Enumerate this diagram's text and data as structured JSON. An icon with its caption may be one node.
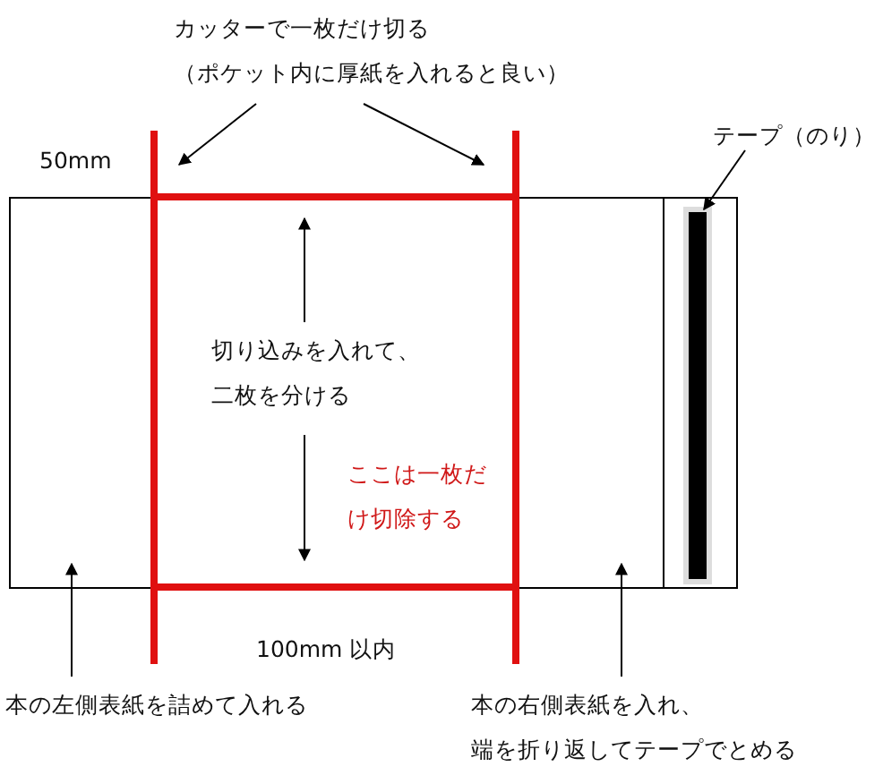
{
  "diagram": {
    "nodes": [
      {
        "text": [
          "カッターで一枚だけ切る",
          "（ポケット内に厚紙を入れると良い）"
        ]
      },
      {
        "text": [],
        "shape": "bar"
      },
      {
        "text": [],
        "shape": "bar"
      },
      {
        "text": [
          "テープ（のり）"
        ]
      },
      {
        "text": [],
        "shape": "bar"
      },
      {
        "text": [
          "本の左側表紙を詰めて入れる"
        ]
      },
      {
        "text": [
          "本の右側表紙を入れ、",
          "端を折り返してテープでとめる"
        ]
      }
    ],
    "edges": [
      {
        "from": 0,
        "to": 1,
        "arrow": "to"
      },
      {
        "from": 0,
        "to": 2,
        "arrow": "to"
      },
      {
        "from": 3,
        "to": 4,
        "arrow": "to"
      },
      {
        "from": 5,
        "to": null,
        "arrow": "to"
      },
      {
        "from": 6,
        "to": null,
        "arrow": "to"
      }
    ],
    "labels": [
      "50mm",
      "切り込みを入れて、二枚を分ける",
      "ここは一枚だけ切除する",
      "100mm 以内"
    ]
  }
}
